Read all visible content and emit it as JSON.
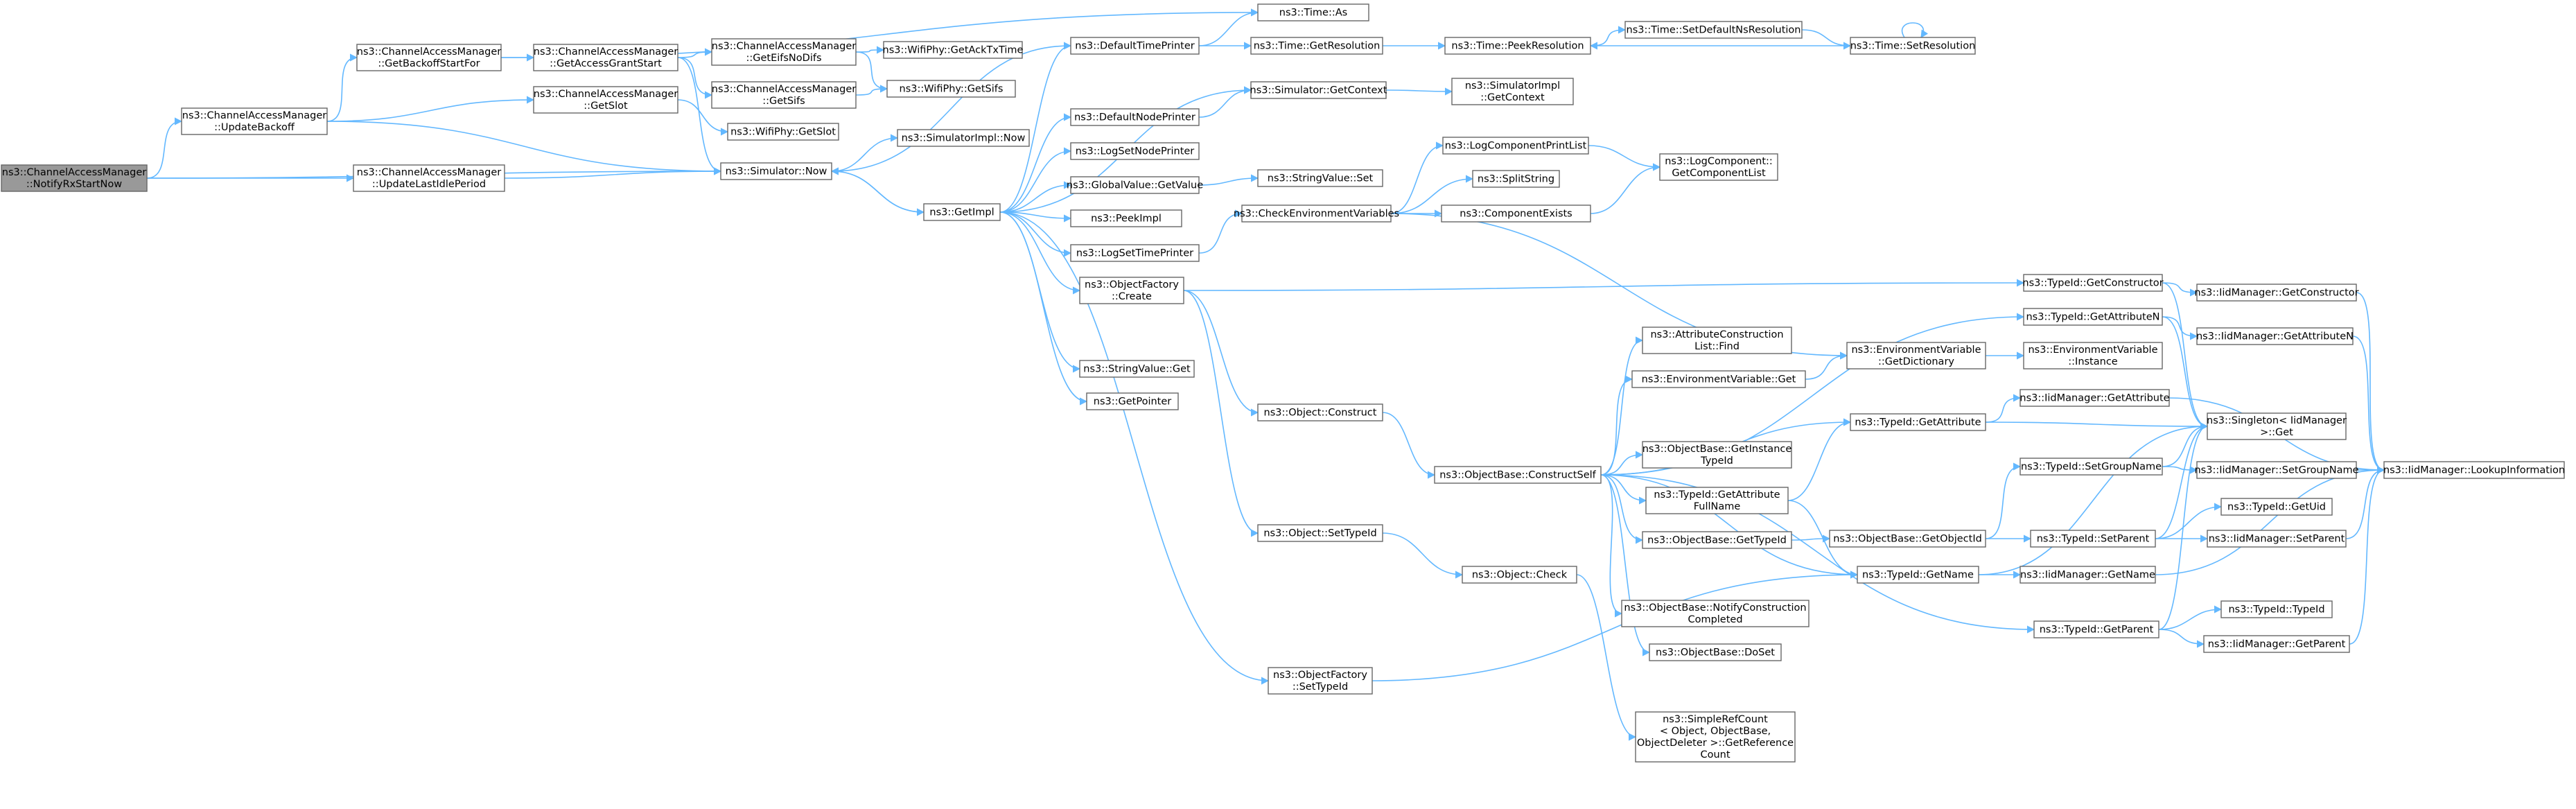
{
  "graph": {
    "type": "call-graph",
    "edge_color": "#63b8ff",
    "node_border_color": "#666666",
    "root_fill_color": "#999999",
    "nodes": [
      {
        "id": "n_notify",
        "lines": [
          "ns3::ChannelAccessManager",
          "::NotifyRxStartNow"
        ],
        "root": true
      },
      {
        "id": "n_updbackoff",
        "lines": [
          "ns3::ChannelAccessManager",
          "::UpdateBackoff"
        ]
      },
      {
        "id": "n_updidle",
        "lines": [
          "ns3::ChannelAccessManager",
          "::UpdateLastIdlePeriod"
        ]
      },
      {
        "id": "n_getbackoffstart",
        "lines": [
          "ns3::ChannelAccessManager",
          "::GetBackoffStartFor"
        ]
      },
      {
        "id": "n_getaccessgrant",
        "lines": [
          "ns3::ChannelAccessManager",
          "::GetAccessGrantStart"
        ]
      },
      {
        "id": "n_getslot",
        "lines": [
          "ns3::ChannelAccessManager",
          "::GetSlot"
        ]
      },
      {
        "id": "n_simnow",
        "lines": [
          "ns3::Simulator::Now"
        ]
      },
      {
        "id": "n_geteifs",
        "lines": [
          "ns3::ChannelAccessManager",
          "::GetEifsNoDifs"
        ]
      },
      {
        "id": "n_getsifs",
        "lines": [
          "ns3::ChannelAccessManager",
          "::GetSifs"
        ]
      },
      {
        "id": "n_physlot",
        "lines": [
          "ns3::WifiPhy::GetSlot"
        ]
      },
      {
        "id": "n_phyacktx",
        "lines": [
          "ns3::WifiPhy::GetAckTxTime"
        ]
      },
      {
        "id": "n_physifs",
        "lines": [
          "ns3::WifiPhy::GetSifs"
        ]
      },
      {
        "id": "n_simimplnow",
        "lines": [
          "ns3::SimulatorImpl::Now"
        ]
      },
      {
        "id": "n_getimpl",
        "lines": [
          "ns3::GetImpl"
        ]
      },
      {
        "id": "n_deftimeprinter",
        "lines": [
          "ns3::DefaultTimePrinter"
        ]
      },
      {
        "id": "n_defnodeprinter",
        "lines": [
          "ns3::DefaultNodePrinter"
        ]
      },
      {
        "id": "n_logsetnode",
        "lines": [
          "ns3::LogSetNodePrinter"
        ]
      },
      {
        "id": "n_globalget",
        "lines": [
          "ns3::GlobalValue::GetValue"
        ]
      },
      {
        "id": "n_peekimpl",
        "lines": [
          "ns3::PeekImpl"
        ]
      },
      {
        "id": "n_logsettime",
        "lines": [
          "ns3::LogSetTimePrinter"
        ]
      },
      {
        "id": "n_objfactcreate",
        "lines": [
          "ns3::ObjectFactory",
          "::Create"
        ]
      },
      {
        "id": "n_strvalget",
        "lines": [
          "ns3::StringValue::Get"
        ]
      },
      {
        "id": "n_getpointer",
        "lines": [
          "ns3::GetPointer"
        ]
      },
      {
        "id": "n_timeas",
        "lines": [
          "ns3::Time::As"
        ]
      },
      {
        "id": "n_timegetres",
        "lines": [
          "ns3::Time::GetResolution"
        ]
      },
      {
        "id": "n_simgetctx",
        "lines": [
          "ns3::Simulator::GetContext"
        ]
      },
      {
        "id": "n_strvalset",
        "lines": [
          "ns3::StringValue::Set"
        ]
      },
      {
        "id": "n_checkenv",
        "lines": [
          "ns3::CheckEnvironmentVariables"
        ]
      },
      {
        "id": "n_objconstruct",
        "lines": [
          "ns3::Object::Construct"
        ]
      },
      {
        "id": "n_objsettid",
        "lines": [
          "ns3::Object::SetTypeId"
        ]
      },
      {
        "id": "n_objfactsettid",
        "lines": [
          "ns3::ObjectFactory",
          "::SetTypeId"
        ]
      },
      {
        "id": "n_timepeekres",
        "lines": [
          "ns3::Time::PeekResolution"
        ]
      },
      {
        "id": "n_simimplgetctx",
        "lines": [
          "ns3::SimulatorImpl",
          "::GetContext"
        ]
      },
      {
        "id": "n_logcompprint",
        "lines": [
          "ns3::LogComponentPrintList"
        ]
      },
      {
        "id": "n_splitstring",
        "lines": [
          "ns3::SplitString"
        ]
      },
      {
        "id": "n_compexists",
        "lines": [
          "ns3::ComponentExists"
        ]
      },
      {
        "id": "n_objbaseconstructself",
        "lines": [
          "ns3::ObjectBase::ConstructSelf"
        ]
      },
      {
        "id": "n_objcheck",
        "lines": [
          "ns3::Object::Check"
        ]
      },
      {
        "id": "n_timesetdefns",
        "lines": [
          "ns3::Time::SetDefaultNsResolution"
        ]
      },
      {
        "id": "n_timesetres",
        "lines": [
          "ns3::Time::SetResolution"
        ]
      },
      {
        "id": "n_logcompgetlist",
        "lines": [
          "ns3::LogComponent::",
          "GetComponentList"
        ]
      },
      {
        "id": "n_attrconstfind",
        "lines": [
          "ns3::AttributeConstruction",
          "List::Find"
        ]
      },
      {
        "id": "n_envvarget",
        "lines": [
          "ns3::EnvironmentVariable::Get"
        ]
      },
      {
        "id": "n_objbasegetinst",
        "lines": [
          "ns3::ObjectBase::GetInstance",
          "TypeId"
        ]
      },
      {
        "id": "n_tidgetattrfull",
        "lines": [
          "ns3::TypeId::GetAttribute",
          "FullName"
        ]
      },
      {
        "id": "n_objbasegettid",
        "lines": [
          "ns3::ObjectBase::GetTypeId"
        ]
      },
      {
        "id": "n_objbasenotify",
        "lines": [
          "ns3::ObjectBase::NotifyConstruction",
          "Completed"
        ]
      },
      {
        "id": "n_objbasedoset",
        "lines": [
          "ns3::ObjectBase::DoSet"
        ]
      },
      {
        "id": "n_simplerefcount",
        "lines": [
          "ns3::SimpleRefCount",
          "< Object, ObjectBase,",
          "ObjectDeleter >::GetReference",
          "Count"
        ]
      },
      {
        "id": "n_envvargetdict",
        "lines": [
          "ns3::EnvironmentVariable",
          "::GetDictionary"
        ]
      },
      {
        "id": "n_tidgetattr",
        "lines": [
          "ns3::TypeId::GetAttribute"
        ]
      },
      {
        "id": "n_objbasegetobjtid",
        "lines": [
          "ns3::ObjectBase::GetObjectId"
        ]
      },
      {
        "id": "n_tidgetname",
        "lines": [
          "ns3::TypeId::GetName"
        ]
      },
      {
        "id": "n_tidgetctor",
        "lines": [
          "ns3::TypeId::GetConstructor"
        ]
      },
      {
        "id": "n_tidgetattrn",
        "lines": [
          "ns3::TypeId::GetAttributeN"
        ]
      },
      {
        "id": "n_envvarinst",
        "lines": [
          "ns3::EnvironmentVariable",
          "::Instance"
        ]
      },
      {
        "id": "n_iidgetattr",
        "lines": [
          "ns3::IidManager::GetAttribute"
        ]
      },
      {
        "id": "n_tidsetgroup",
        "lines": [
          "ns3::TypeId::SetGroupName"
        ]
      },
      {
        "id": "n_tidsetparent",
        "lines": [
          "ns3::TypeId::SetParent"
        ]
      },
      {
        "id": "n_tidgetparent",
        "lines": [
          "ns3::TypeId::GetParent"
        ]
      },
      {
        "id": "n_iidgetctor",
        "lines": [
          "ns3::IidManager::GetConstructor"
        ]
      },
      {
        "id": "n_iidgetattrn",
        "lines": [
          "ns3::IidManager::GetAttributeN"
        ]
      },
      {
        "id": "n_singleton",
        "lines": [
          "ns3::Singleton< IidManager",
          " >::Get"
        ]
      },
      {
        "id": "n_iidsetgroup",
        "lines": [
          "ns3::IidManager::SetGroupName"
        ]
      },
      {
        "id": "n_tidgetuid",
        "lines": [
          "ns3::TypeId::GetUid"
        ]
      },
      {
        "id": "n_iidsetparent",
        "lines": [
          "ns3::IidManager::SetParent"
        ]
      },
      {
        "id": "n_iidgetname",
        "lines": [
          "ns3::IidManager::GetName"
        ]
      },
      {
        "id": "n_tidtid",
        "lines": [
          "ns3::TypeId::TypeId"
        ]
      },
      {
        "id": "n_iidgetparent",
        "lines": [
          "ns3::IidManager::GetParent"
        ]
      },
      {
        "id": "n_iidlookup",
        "lines": [
          "ns3::IidManager::LookupInformation"
        ]
      }
    ],
    "edges": [
      [
        "n_notify",
        "n_updbackoff"
      ],
      [
        "n_notify",
        "n_updidle"
      ],
      [
        "n_notify",
        "n_simnow"
      ],
      [
        "n_updbackoff",
        "n_getbackoffstart"
      ],
      [
        "n_updbackoff",
        "n_getslot"
      ],
      [
        "n_updbackoff",
        "n_simnow"
      ],
      [
        "n_updidle",
        "n_simnow"
      ],
      [
        "n_getbackoffstart",
        "n_getaccessgrant"
      ],
      [
        "n_getbackoffstart",
        "n_timeas"
      ],
      [
        "n_getaccessgrant",
        "n_geteifs"
      ],
      [
        "n_getaccessgrant",
        "n_getsifs"
      ],
      [
        "n_getaccessgrant",
        "n_simnow"
      ],
      [
        "n_getslot",
        "n_physlot"
      ],
      [
        "n_geteifs",
        "n_phyacktx"
      ],
      [
        "n_geteifs",
        "n_physifs"
      ],
      [
        "n_getsifs",
        "n_physifs"
      ],
      [
        "n_simnow",
        "n_simimplnow"
      ],
      [
        "n_simnow",
        "n_getimpl"
      ],
      [
        "n_getimpl",
        "n_deftimeprinter"
      ],
      [
        "n_getimpl",
        "n_defnodeprinter"
      ],
      [
        "n_getimpl",
        "n_logsetnode"
      ],
      [
        "n_getimpl",
        "n_globalget"
      ],
      [
        "n_getimpl",
        "n_peekimpl"
      ],
      [
        "n_getimpl",
        "n_logsettime"
      ],
      [
        "n_getimpl",
        "n_objfactcreate"
      ],
      [
        "n_getimpl",
        "n_strvalget"
      ],
      [
        "n_getimpl",
        "n_getpointer"
      ],
      [
        "n_getimpl",
        "n_simgetctx"
      ],
      [
        "n_getimpl",
        "n_objfactsettid"
      ],
      [
        "n_getimpl",
        "n_simnow"
      ],
      [
        "n_deftimeprinter",
        "n_timeas"
      ],
      [
        "n_deftimeprinter",
        "n_timegetres"
      ],
      [
        "n_deftimeprinter",
        "n_simnow"
      ],
      [
        "n_defnodeprinter",
        "n_simgetctx"
      ],
      [
        "n_globalget",
        "n_strvalset"
      ],
      [
        "n_logsettime",
        "n_checkenv"
      ],
      [
        "n_objfactcreate",
        "n_objconstruct"
      ],
      [
        "n_objfactcreate",
        "n_objsettid"
      ],
      [
        "n_objfactcreate",
        "n_tidgetctor"
      ],
      [
        "n_timegetres",
        "n_timepeekres"
      ],
      [
        "n_simgetctx",
        "n_simimplgetctx"
      ],
      [
        "n_checkenv",
        "n_logcompprint"
      ],
      [
        "n_checkenv",
        "n_splitstring"
      ],
      [
        "n_checkenv",
        "n_compexists"
      ],
      [
        "n_checkenv",
        "n_envvargetdict"
      ],
      [
        "n_objconstruct",
        "n_objbaseconstructself"
      ],
      [
        "n_objsettid",
        "n_objcheck"
      ],
      [
        "n_objfactsettid",
        "n_tidgetname"
      ],
      [
        "n_timepeekres",
        "n_timesetdefns"
      ],
      [
        "n_timesetdefns",
        "n_timesetres"
      ],
      [
        "n_timesetres",
        "n_timepeekres"
      ],
      [
        "n_timesetres",
        "n_timesetres"
      ],
      [
        "n_logcompprint",
        "n_logcompgetlist"
      ],
      [
        "n_compexists",
        "n_logcompgetlist"
      ],
      [
        "n_objbaseconstructself",
        "n_attrconstfind"
      ],
      [
        "n_objbaseconstructself",
        "n_envvarget"
      ],
      [
        "n_objbaseconstructself",
        "n_objbasegetinst"
      ],
      [
        "n_objbaseconstructself",
        "n_tidgetattrfull"
      ],
      [
        "n_objbaseconstructself",
        "n_objbasegettid"
      ],
      [
        "n_objbaseconstructself",
        "n_objbasenotify"
      ],
      [
        "n_objbaseconstructself",
        "n_objbasedoset"
      ],
      [
        "n_objbaseconstructself",
        "n_tidgetattr"
      ],
      [
        "n_objbaseconstructself",
        "n_tidgetname"
      ],
      [
        "n_objbaseconstructself",
        "n_tidgetattrn"
      ],
      [
        "n_objbaseconstructself",
        "n_tidgetparent"
      ],
      [
        "n_objcheck",
        "n_simplerefcount"
      ],
      [
        "n_envvarget",
        "n_envvargetdict"
      ],
      [
        "n_tidgetattrfull",
        "n_tidgetattr"
      ],
      [
        "n_tidgetattrfull",
        "n_tidgetname"
      ],
      [
        "n_objbasegettid",
        "n_objbasegetobjtid"
      ],
      [
        "n_envvargetdict",
        "n_envvarinst"
      ],
      [
        "n_tidgetattr",
        "n_iidgetattr"
      ],
      [
        "n_tidgetattr",
        "n_singleton"
      ],
      [
        "n_objbasegetobjtid",
        "n_tidsetgroup"
      ],
      [
        "n_objbasegetobjtid",
        "n_tidsetparent"
      ],
      [
        "n_tidgetname",
        "n_iidgetname"
      ],
      [
        "n_tidgetname",
        "n_singleton"
      ],
      [
        "n_tidgetctor",
        "n_iidgetctor"
      ],
      [
        "n_tidgetctor",
        "n_singleton"
      ],
      [
        "n_tidgetattrn",
        "n_iidgetattrn"
      ],
      [
        "n_tidgetattrn",
        "n_singleton"
      ],
      [
        "n_iidgetattr",
        "n_iidlookup"
      ],
      [
        "n_tidsetgroup",
        "n_iidsetgroup"
      ],
      [
        "n_tidsetgroup",
        "n_singleton"
      ],
      [
        "n_tidsetparent",
        "n_tidgetuid"
      ],
      [
        "n_tidsetparent",
        "n_iidsetparent"
      ],
      [
        "n_tidsetparent",
        "n_singleton"
      ],
      [
        "n_tidgetparent",
        "n_tidtid"
      ],
      [
        "n_tidgetparent",
        "n_iidgetparent"
      ],
      [
        "n_tidgetparent",
        "n_singleton"
      ],
      [
        "n_iidgetctor",
        "n_iidlookup"
      ],
      [
        "n_iidgetattrn",
        "n_iidlookup"
      ],
      [
        "n_iidsetgroup",
        "n_iidlookup"
      ],
      [
        "n_iidsetparent",
        "n_iidlookup"
      ],
      [
        "n_iidgetname",
        "n_iidlookup"
      ],
      [
        "n_iidgetparent",
        "n_iidlookup"
      ]
    ]
  }
}
